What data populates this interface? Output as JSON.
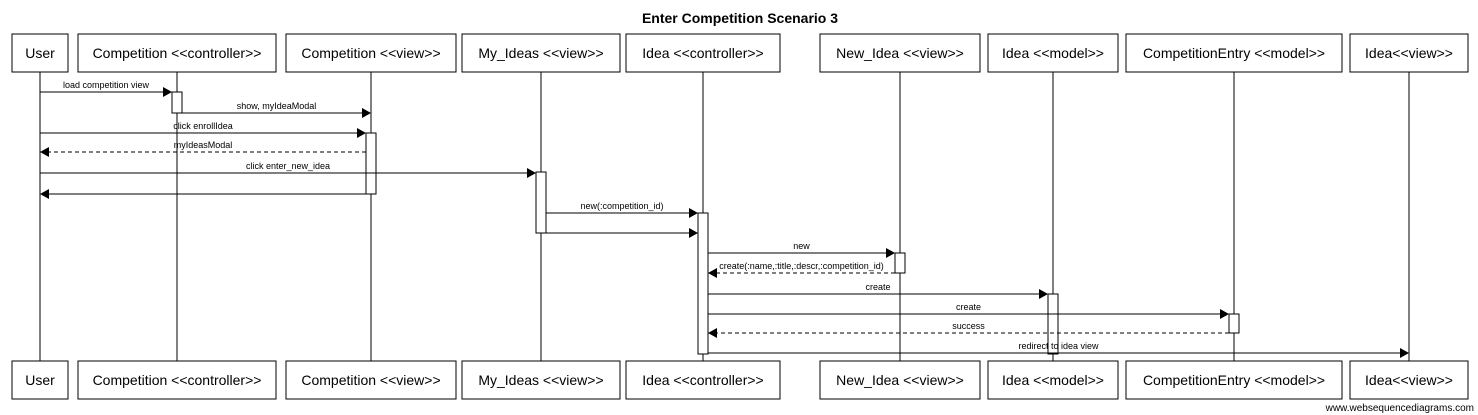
{
  "title": "Enter Competition Scenario 3",
  "watermark": "www.websequencediagrams.com",
  "participants": [
    {
      "id": "user",
      "label": "User"
    },
    {
      "id": "comp_ctrl",
      "label": "Competition <<controller>>"
    },
    {
      "id": "comp_view",
      "label": "Competition <<view>>"
    },
    {
      "id": "myideas_view",
      "label": "My_Ideas <<view>>"
    },
    {
      "id": "idea_ctrl",
      "label": "Idea <<controller>>"
    },
    {
      "id": "newidea_view",
      "label": "New_Idea <<view>>"
    },
    {
      "id": "idea_model",
      "label": "Idea <<model>>"
    },
    {
      "id": "entry_model",
      "label": "CompetitionEntry <<model>>"
    },
    {
      "id": "idea_view",
      "label": "Idea<<view>>"
    }
  ],
  "messages": [
    {
      "from": "user",
      "to": "comp_ctrl",
      "label": "load competition view",
      "style": "solid"
    },
    {
      "from": "comp_ctrl",
      "to": "comp_view",
      "label": "show, myIdeaModal",
      "style": "solid"
    },
    {
      "from": "user",
      "to": "comp_view",
      "label": "click enrollIdea",
      "style": "solid"
    },
    {
      "from": "comp_view",
      "to": "user",
      "label": "myIdeasModal",
      "style": "dashed"
    },
    {
      "from": "user",
      "to": "myideas_view",
      "label": "click enter_new_idea",
      "style": "solid"
    },
    {
      "from": "comp_view",
      "to": "user",
      "label": "",
      "style": "solid"
    },
    {
      "from": "myideas_view",
      "to": "idea_ctrl",
      "label": "new(:competition_id)",
      "style": "solid"
    },
    {
      "from": "myideas_view",
      "to": "idea_ctrl",
      "label": "",
      "style": "solid"
    },
    {
      "from": "idea_ctrl",
      "to": "newidea_view",
      "label": "new",
      "style": "solid"
    },
    {
      "from": "newidea_view",
      "to": "idea_ctrl",
      "label": "create(:name,:title,:descr,:competition_id)",
      "style": "dashed"
    },
    {
      "from": "idea_ctrl",
      "to": "idea_model",
      "label": "create",
      "style": "solid"
    },
    {
      "from": "idea_ctrl",
      "to": "entry_model",
      "label": "create",
      "style": "solid"
    },
    {
      "from": "entry_model",
      "to": "idea_ctrl",
      "label": "success",
      "style": "dashed"
    },
    {
      "from": "idea_ctrl",
      "to": "idea_view",
      "label": "redirect to idea view",
      "style": "solid"
    }
  ]
}
